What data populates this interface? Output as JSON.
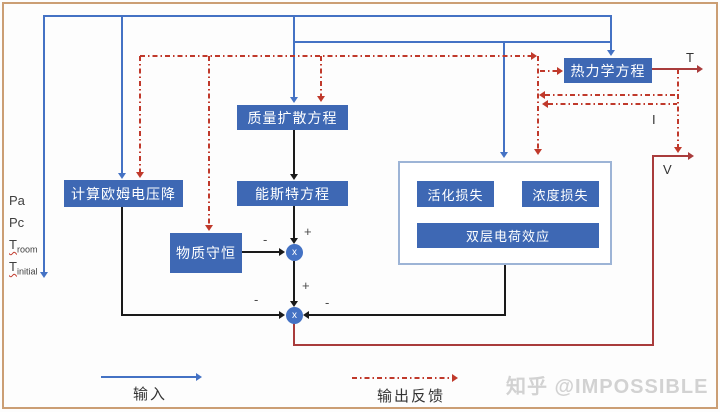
{
  "diagram": {
    "inputs": {
      "pa": "Pa",
      "pc": "Pc",
      "t_room": {
        "base": "T",
        "sub": "room"
      },
      "t_initial": {
        "base": "T",
        "sub": "initial"
      }
    },
    "nodes": {
      "ohm_drop": "计算欧姆电压降",
      "mass_diffusion": "质量扩散方程",
      "nernst": "能斯特方程",
      "mass_conservation": "物质守恒",
      "thermodynamics": "热力学方程",
      "activation_loss": "活化损失",
      "concentration_loss": "浓度损失",
      "double_layer": "双层电荷效应"
    },
    "operators": {
      "multiply_1": "x",
      "multiply_2": "x"
    },
    "signs": {
      "nernst_to_x1": "+",
      "conservation_to_x1": "-",
      "x1_to_x2": "+",
      "ohm_to_x2": "-",
      "losses_to_x2": "-"
    },
    "outputs": {
      "temperature": "T",
      "current": "I",
      "voltage": "V"
    },
    "legend": {
      "input": "输入",
      "output_feedback": "输出反馈"
    },
    "watermark": "知乎 @IMPOSSIBLE",
    "colors": {
      "node_fill": "#3e68b4",
      "input_line": "#4472c4",
      "feedback_line": "#c0392b",
      "output_line": "#a93c3c",
      "process_line": "#1a1a1a"
    }
  }
}
